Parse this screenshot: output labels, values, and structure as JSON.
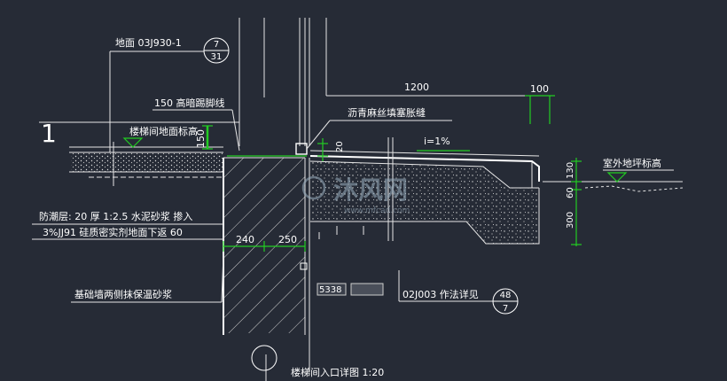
{
  "labels": {
    "floor_ref": "地面 03J930-1",
    "floor_ref_num": "7",
    "floor_ref_den": "31",
    "skirting": "150 高暗踢脚线",
    "asphalt_joint": "沥青麻丝填塞胀缝",
    "stair_floor_level": "楼梯间地面标高",
    "section_number": "1",
    "dim_1200": "1200",
    "dim_100": "100",
    "dim_150": "150",
    "dim_20": "20",
    "slope": "i=1%",
    "outdoor_level": "室外地坪标高",
    "dim_130": "130",
    "dim_60": "60",
    "dim_300": "300",
    "moisture_line1": "防潮层: 20 厚 1:2.5 水泥砂浆 掺入",
    "moisture_line2": "3%JJ91 硅质密实剂地面下返  60",
    "dim_240": "240",
    "dim_250": "250",
    "foundation_wall": "基础墙两侧抹保温砂浆",
    "coord_box": "5338",
    "ref_02j003": "02J003    作法详见",
    "ref_02j003_num": "48",
    "ref_02j003_den": "7",
    "drawing_title": "楼梯间入口详图  1:20",
    "watermark_main": "沐风网",
    "watermark_url": "www.mfcad.com"
  },
  "colors": {
    "background": "#262b36",
    "line": "#e6e6e6",
    "dimension": "#22cc22",
    "text": "#ffffff",
    "hatch": "#cfcfcf"
  }
}
